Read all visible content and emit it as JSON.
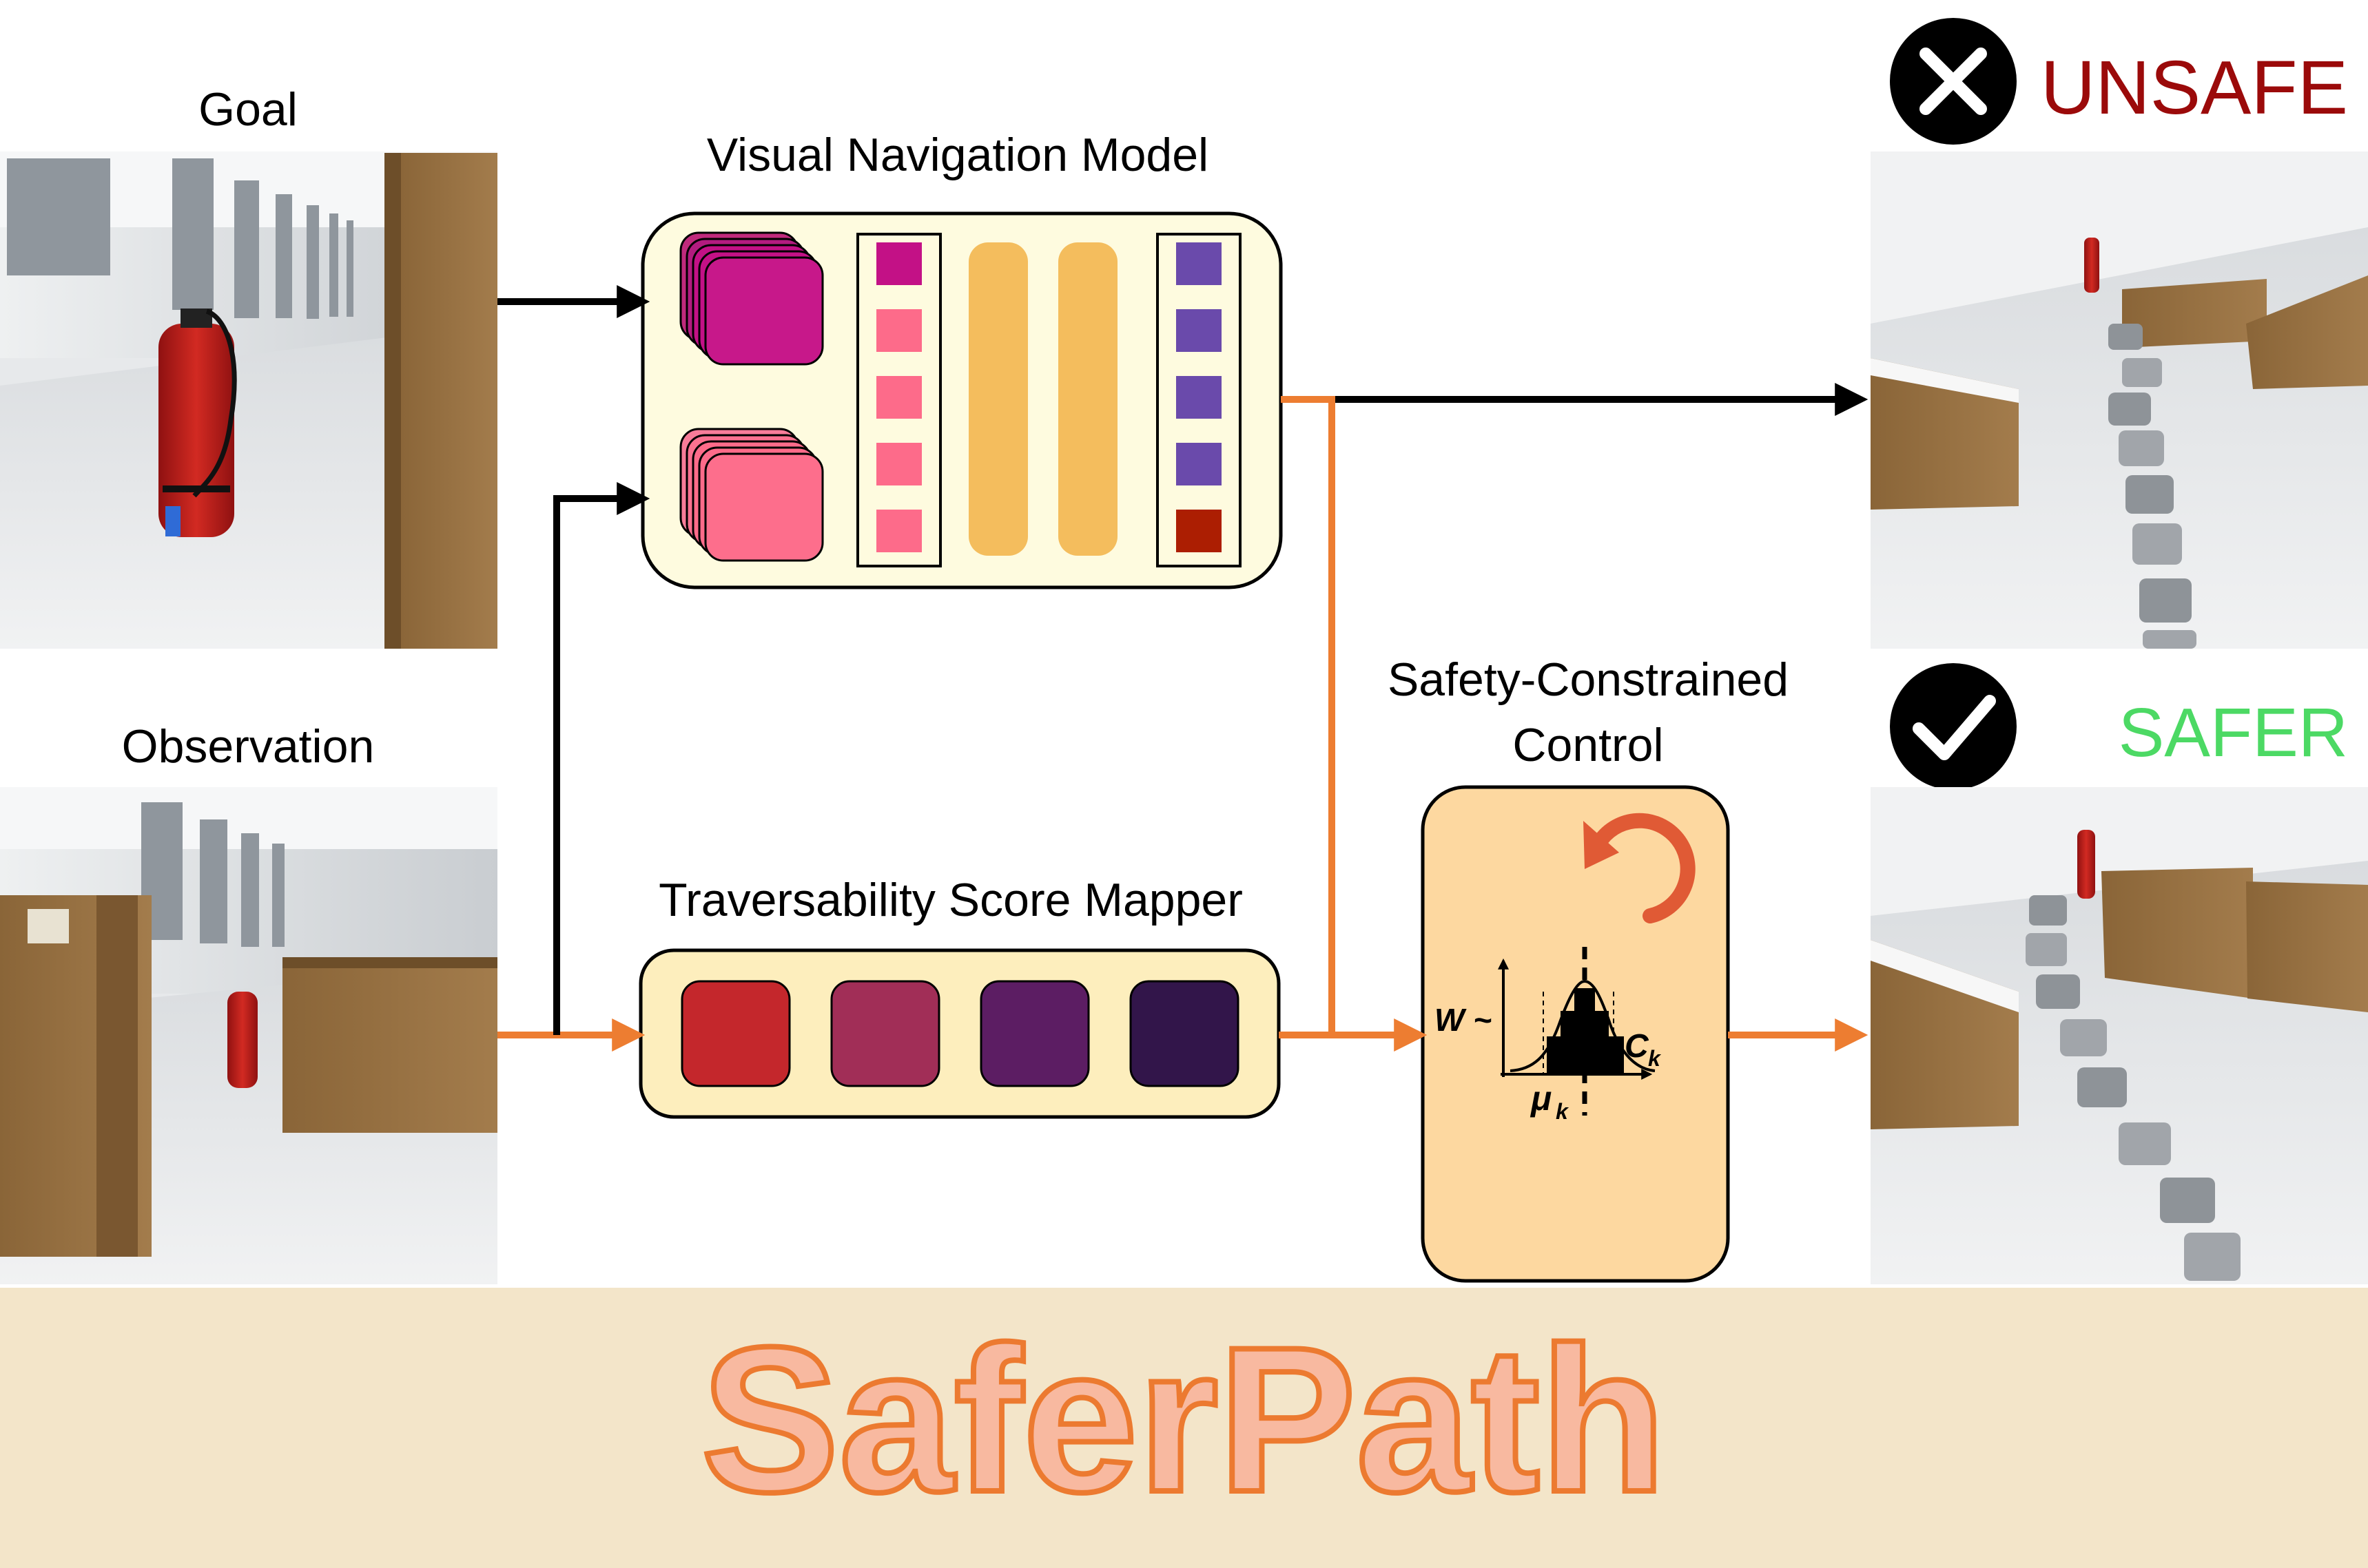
{
  "labels": {
    "goal": "Goal",
    "observation": "Observation",
    "vnm": "Visual Navigation Model",
    "tsm": "Traversability Score Mapper",
    "scc_line1": "Safety-Constrained",
    "scc_line2": "Control",
    "unsafe": "UNSAFE",
    "safer": "SAFER",
    "title": "SaferPath",
    "formula_w": "W ~",
    "formula_c": "C",
    "formula_mu": "μ",
    "formula_sub": "k"
  },
  "icons": {
    "unsafe": "close-icon",
    "safer": "check-icon",
    "loop": "circular-arrow-icon"
  },
  "colors": {
    "arrow_black": "#000000",
    "arrow_orange": "#ed7d31",
    "unsafe_text": "#9b0a0a",
    "safer_text": "#4cd964",
    "title_fill": "#f8b9a0",
    "title_stroke": "#ec7a30",
    "band": "#f3e5c9",
    "vnm_bg": "#fefbdf",
    "tsm_bg": "#fdeebd",
    "scc_bg": "#fdd8a0",
    "token_pink": "#fd6b8a",
    "token_magenta": "#c31186",
    "token_purple": "#6a4aab",
    "token_red": "#ac1e02",
    "hidden_bar": "#f4bd5d",
    "score_1": "#c4272c",
    "score_2": "#a12e57",
    "score_3": "#5c1d63",
    "score_4": "#32154a"
  }
}
